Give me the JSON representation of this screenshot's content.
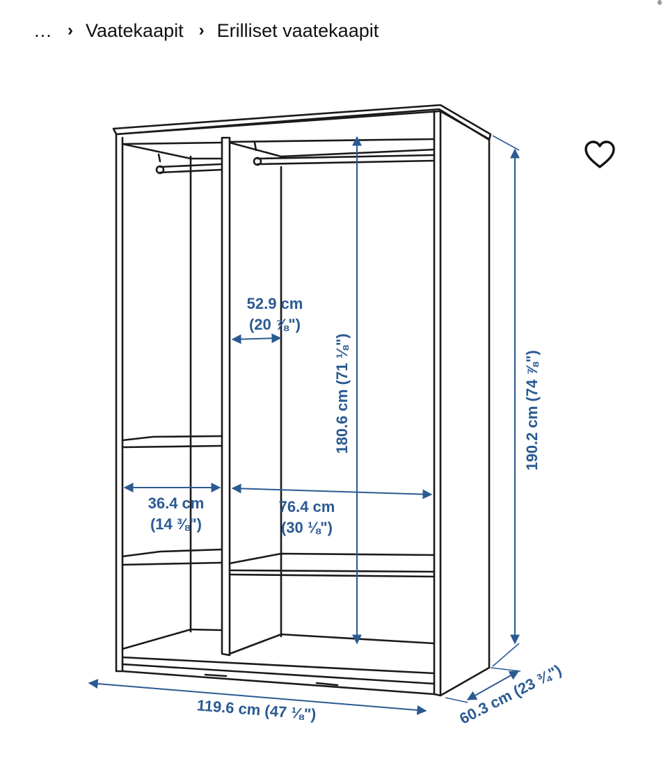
{
  "breadcrumb": {
    "items": [
      "…",
      "Vaatekaapit",
      "Erilliset vaatekaapit"
    ]
  },
  "favorite": {
    "icon": "heart-outline-icon"
  },
  "drawing": {
    "accent_color": "#2a5a92",
    "dimensions": {
      "hanging_width_small": {
        "cm": "52.9 cm",
        "inch": "(20 ⅞\")"
      },
      "inner_height": "180.6 cm (71 ⅛\")",
      "total_height": "190.2 cm (74 ⅞\")",
      "shelf_width_left": {
        "cm": "36.4 cm",
        "inch": "(14 ⅜\")"
      },
      "shelf_width_right": {
        "cm": "76.4 cm",
        "inch": "(30 ⅛\")"
      },
      "total_width": "119.6 cm (47 ⅛\")",
      "total_depth": "60.3 cm (23 ¾\")"
    }
  }
}
